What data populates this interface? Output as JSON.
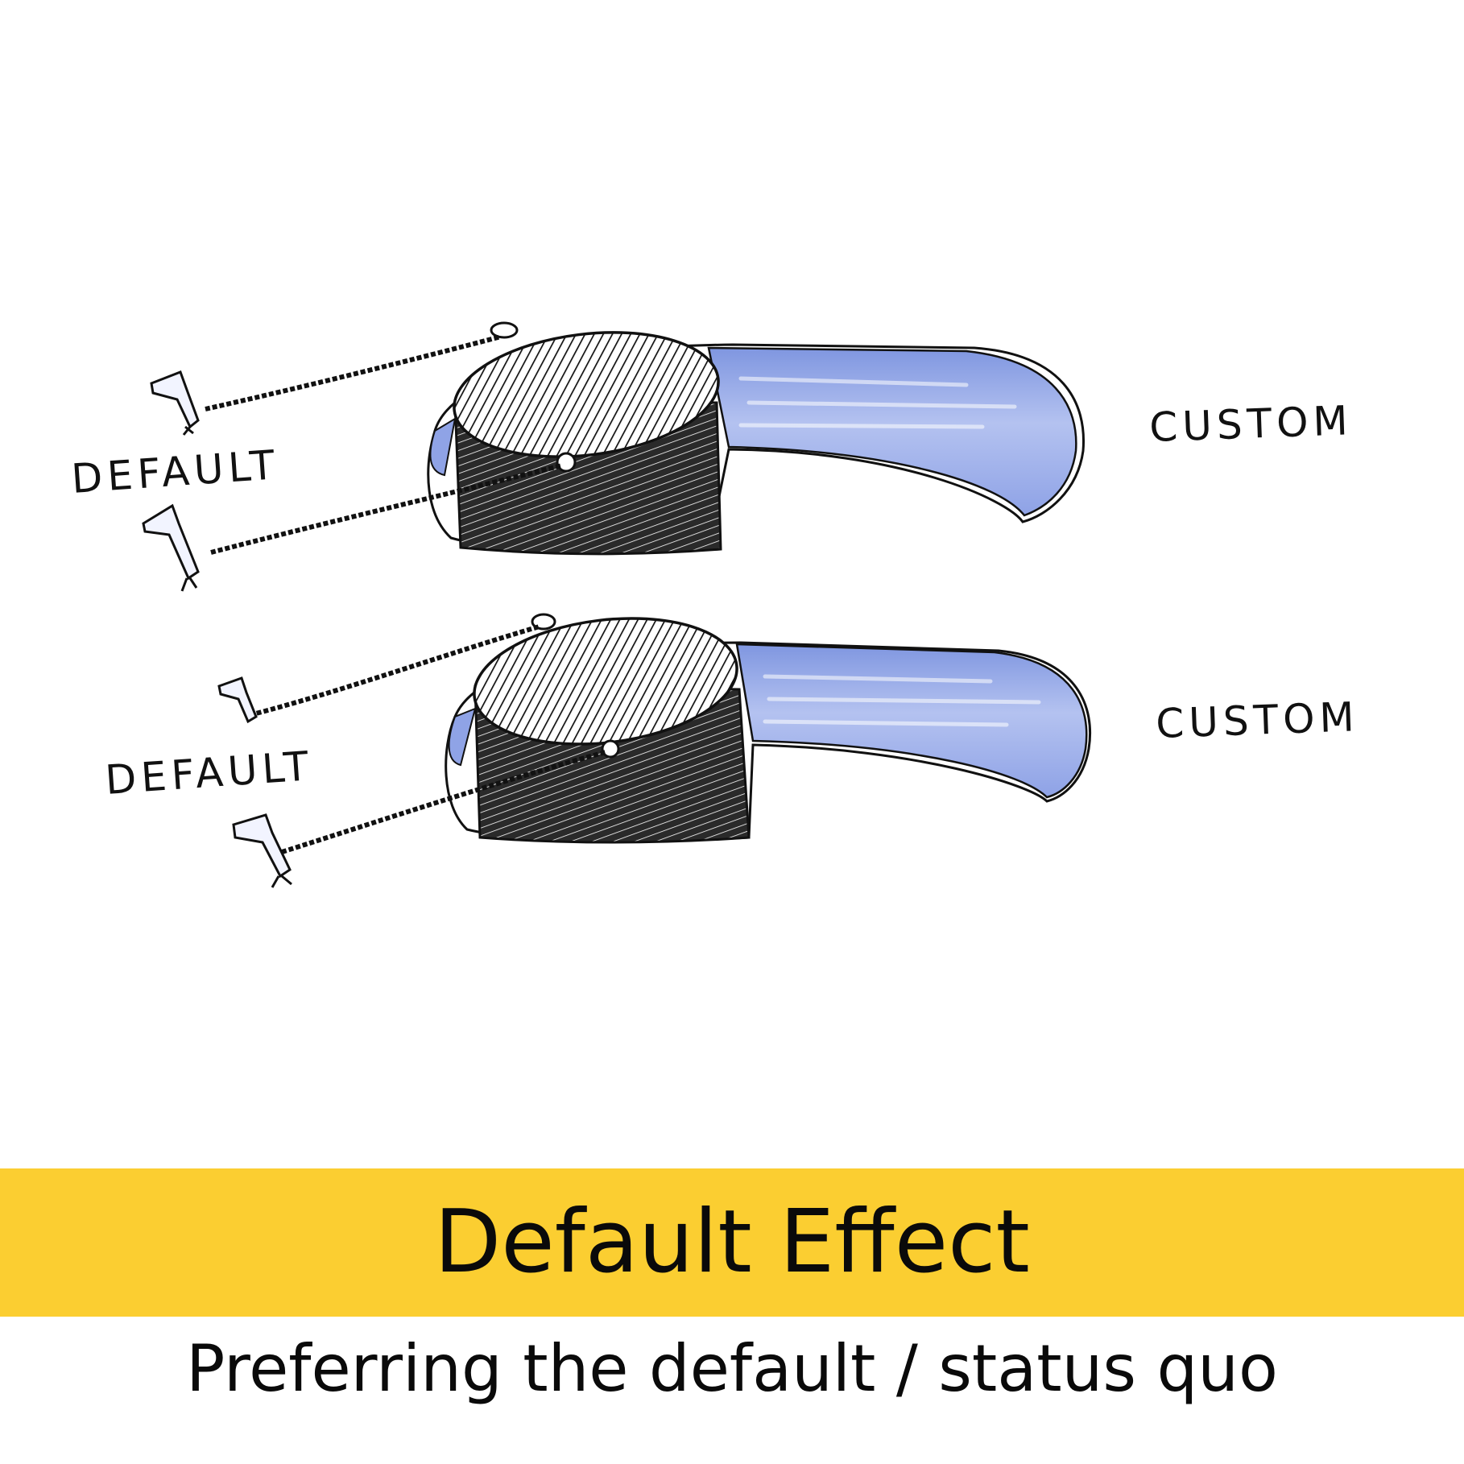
{
  "labels": {
    "top_default": "DEFAULT",
    "top_custom": "CUSTOM",
    "bottom_default": "DEFAULT",
    "bottom_custom": "CUSTOM"
  },
  "title": "Default Effect",
  "subtitle": "Preferring the default / status quo",
  "colors": {
    "band": "#fbce31",
    "custom_track": "#8fa3e6",
    "ink": "#111111",
    "background": "#ffffff"
  }
}
